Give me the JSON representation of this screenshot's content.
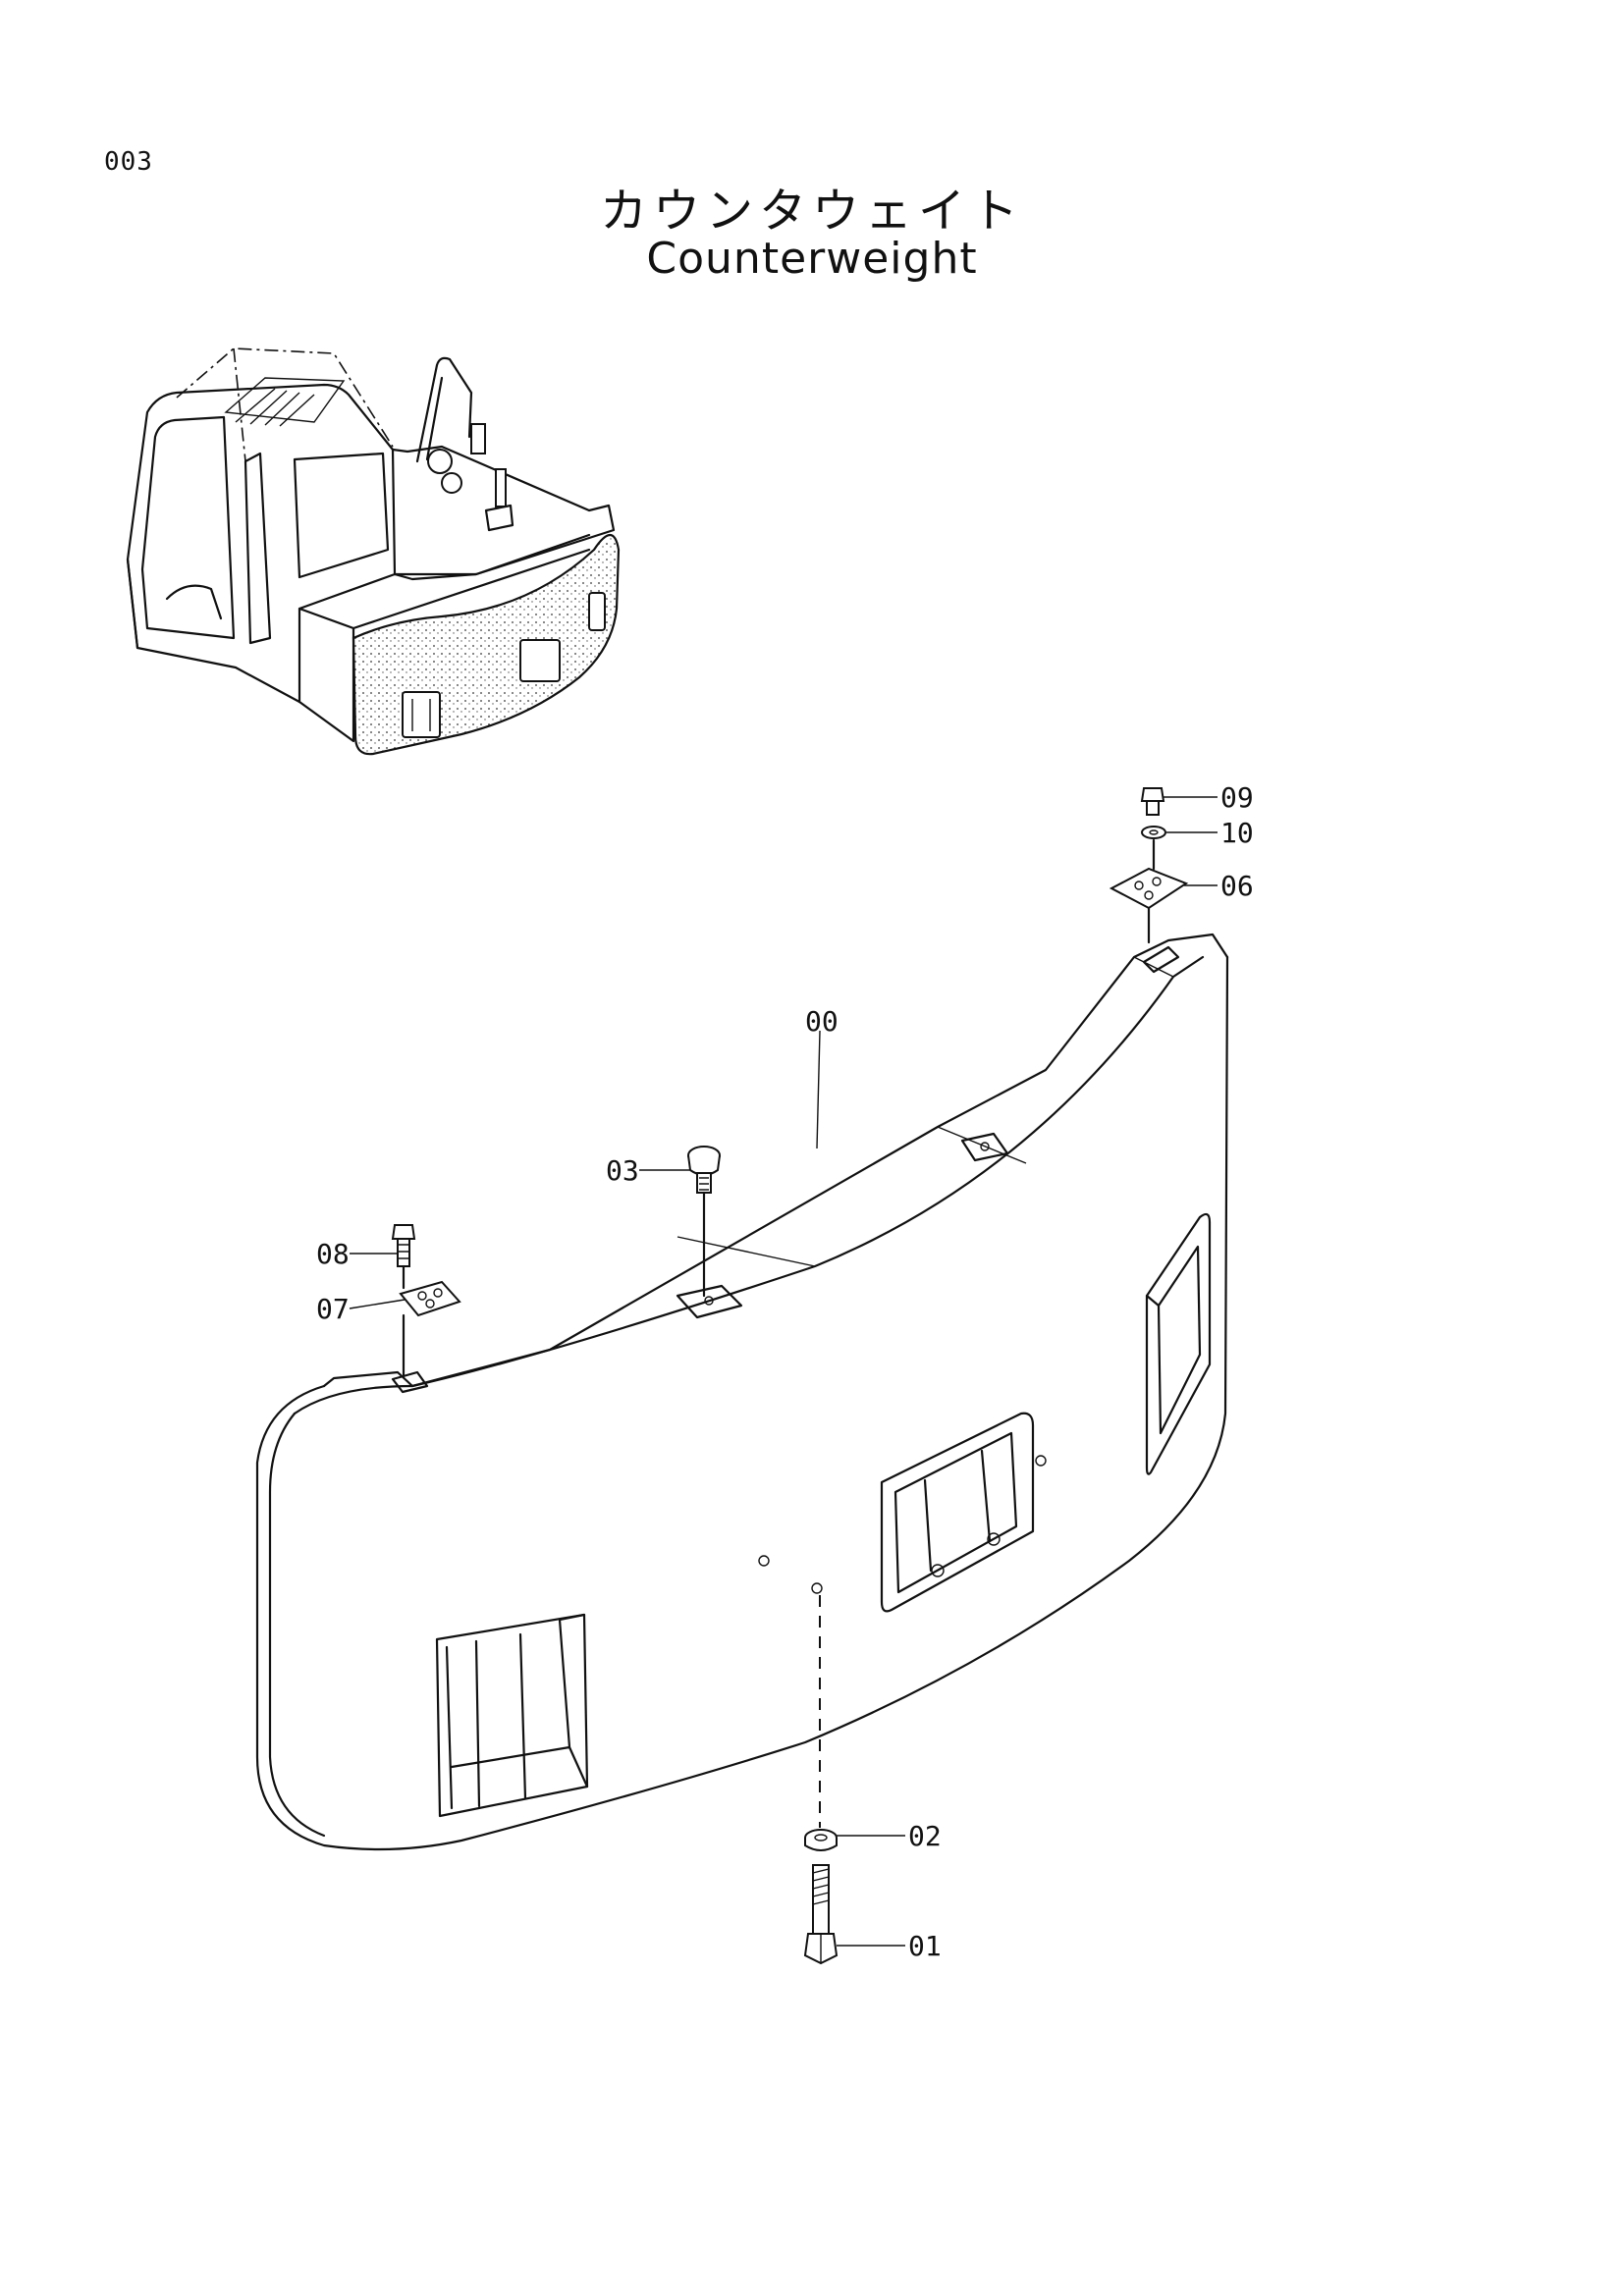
{
  "page": {
    "number": "003",
    "title_jp": "カウンタウェイト",
    "title_en": "Counterweight"
  },
  "callouts": [
    {
      "id": "00",
      "label": "00"
    },
    {
      "id": "01",
      "label": "01"
    },
    {
      "id": "02",
      "label": "02"
    },
    {
      "id": "03",
      "label": "03"
    },
    {
      "id": "06",
      "label": "06"
    },
    {
      "id": "07",
      "label": "07"
    },
    {
      "id": "08",
      "label": "08"
    },
    {
      "id": "09",
      "label": "09"
    },
    {
      "id": "10",
      "label": "10"
    }
  ]
}
